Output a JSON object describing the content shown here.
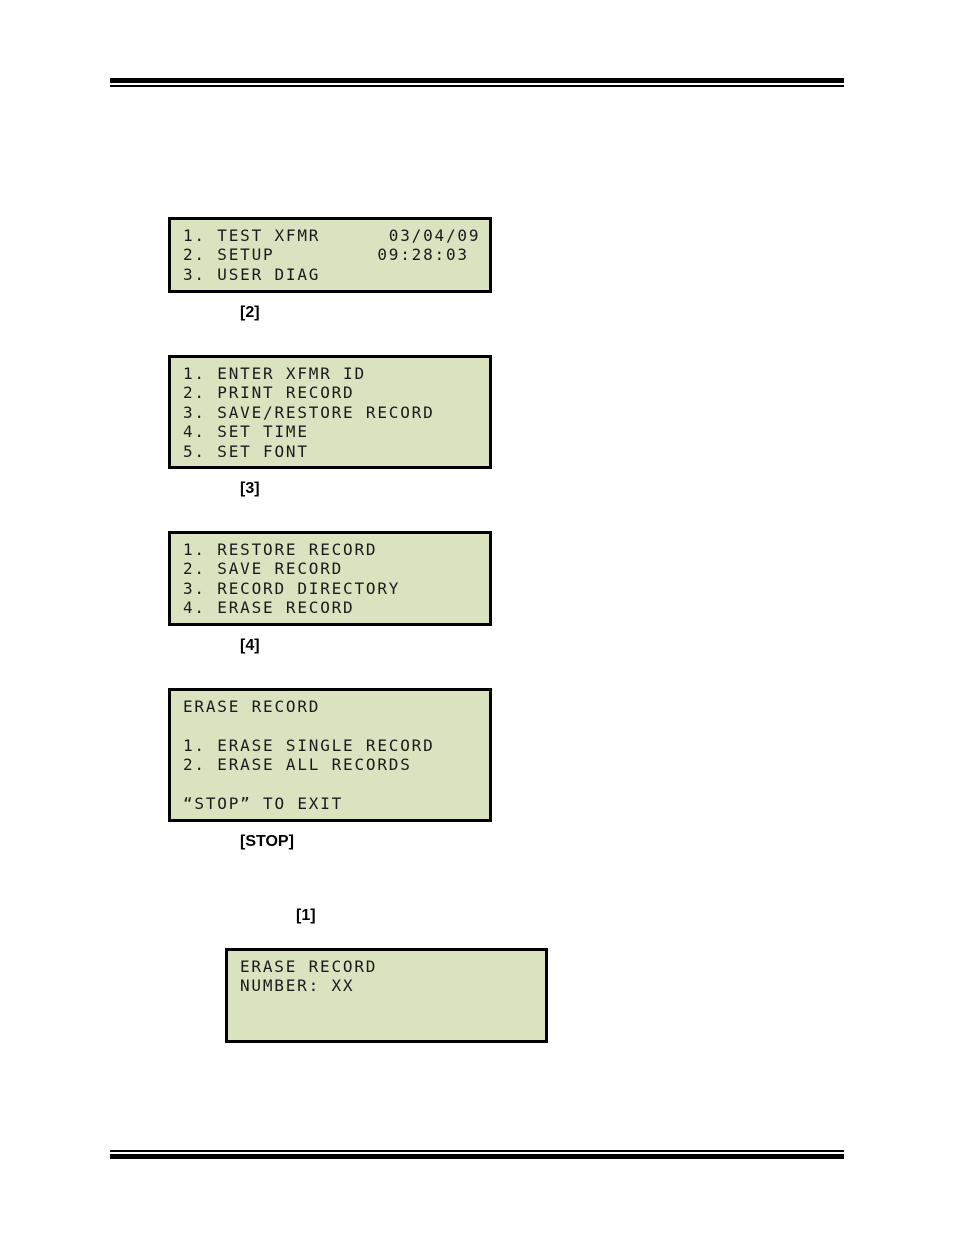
{
  "screens": [
    {
      "lines": [
        "1. TEST XFMR      03/04/09",
        "2. SETUP         09:28:03",
        "3. USER DIAG"
      ]
    },
    {
      "lines": [
        "1. ENTER XFMR ID",
        "2. PRINT RECORD",
        "3. SAVE/RESTORE RECORD",
        "4. SET TIME",
        "5. SET FONT"
      ]
    },
    {
      "lines": [
        "1. RESTORE RECORD",
        "2. SAVE RECORD",
        "3. RECORD DIRECTORY",
        "4. ERASE RECORD"
      ]
    },
    {
      "lines": [
        "ERASE RECORD",
        "",
        "1. ERASE SINGLE RECORD",
        "2. ERASE ALL RECORDS",
        "",
        "“STOP” TO EXIT"
      ]
    },
    {
      "lines": [
        "ERASE RECORD",
        "NUMBER: XX",
        "",
        ""
      ]
    }
  ],
  "keys": [
    "[2]",
    "[3]",
    "[4]",
    "[STOP]",
    "[1]"
  ]
}
